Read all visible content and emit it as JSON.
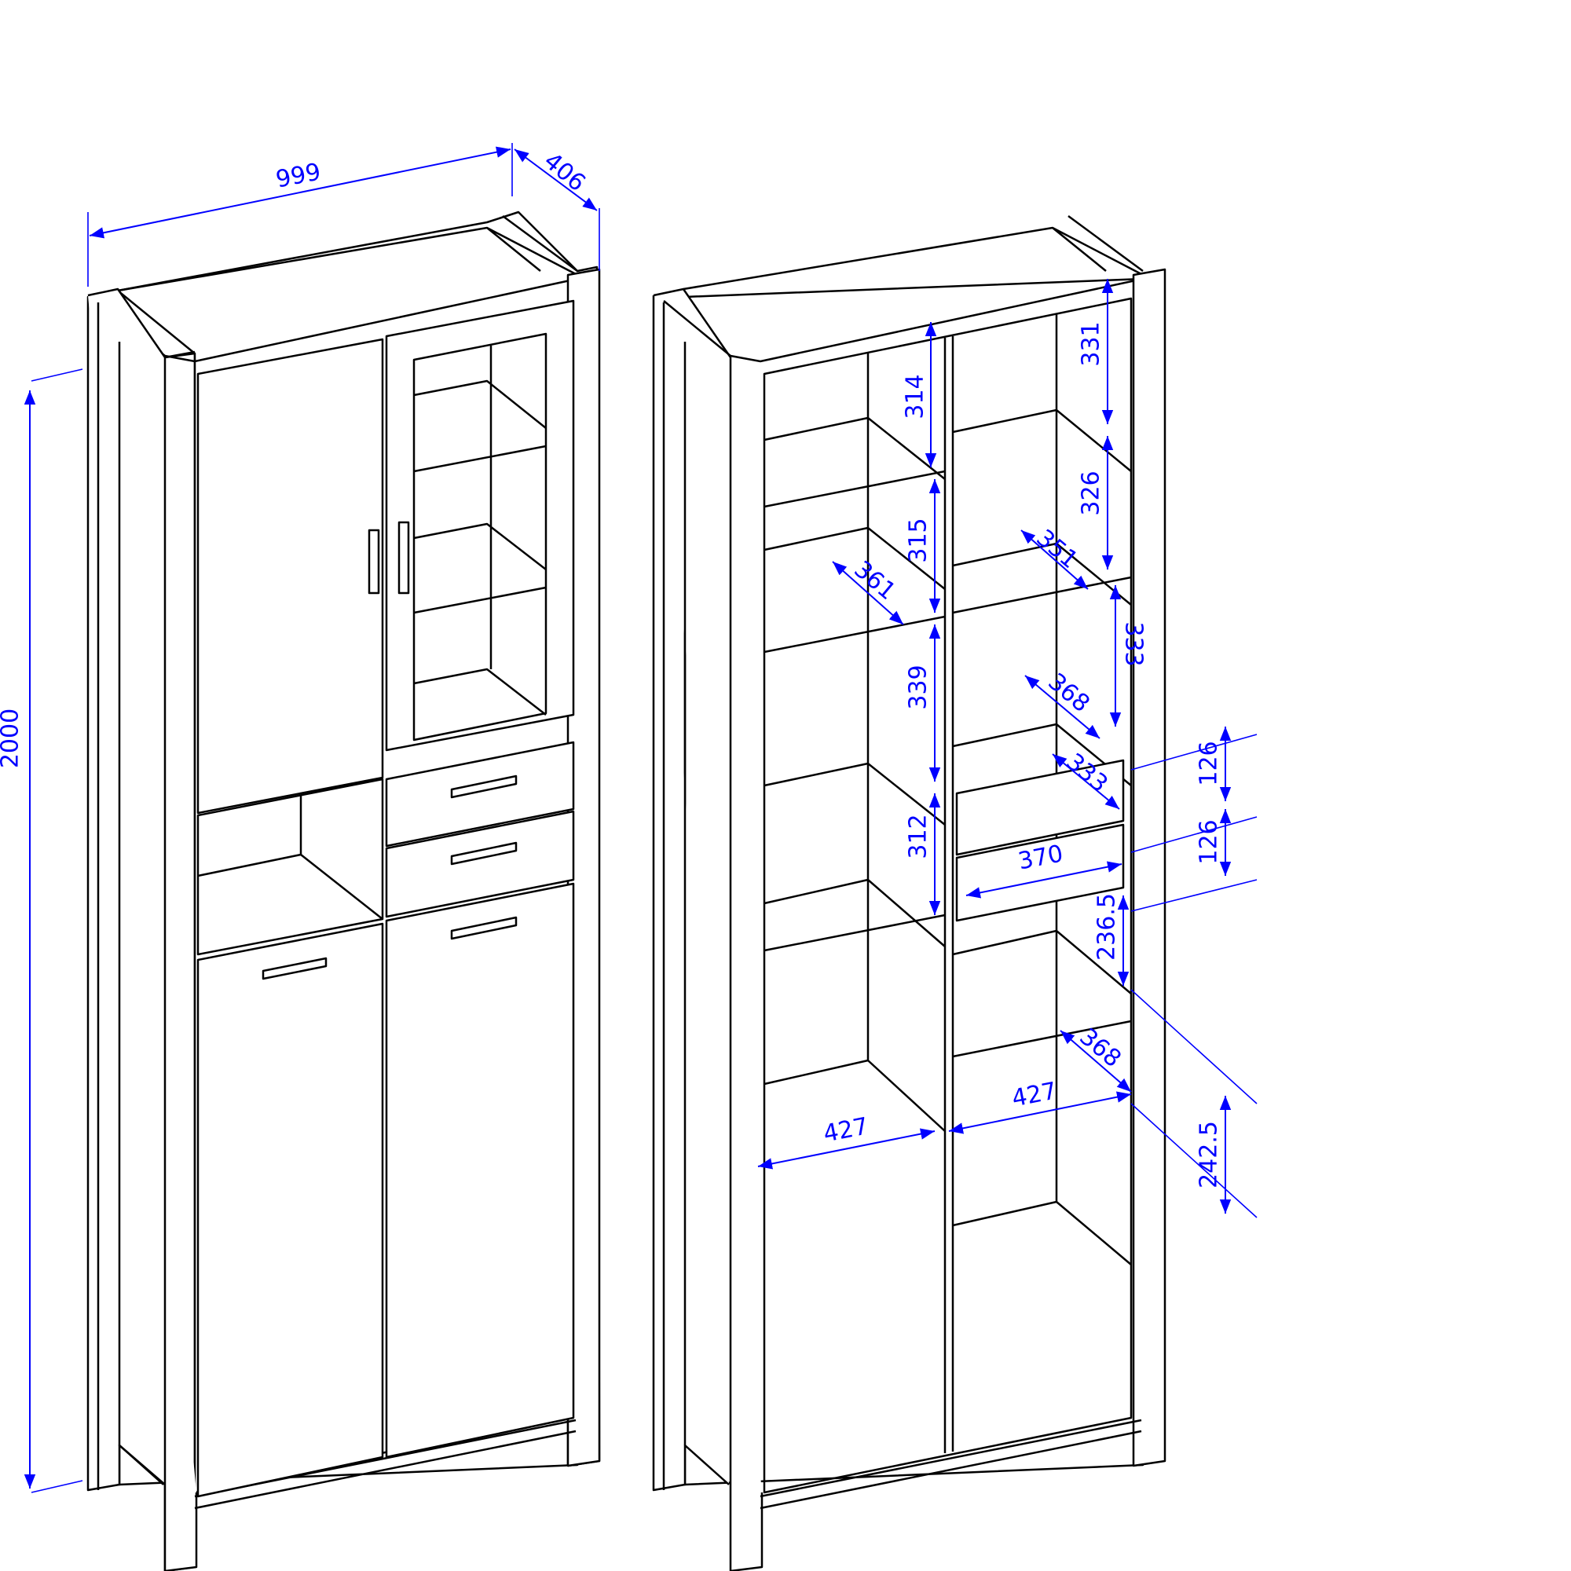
{
  "drawing": {
    "line_color": "#000000",
    "dimension_color": "#0000ff",
    "overall": {
      "width": "999",
      "depth": "406",
      "height": "2000"
    },
    "interior": {
      "left_column_heights": [
        "314",
        "315",
        "339",
        "312"
      ],
      "right_column_heights": [
        "331",
        "326",
        "333",
        "236.5"
      ],
      "shelf_depths": [
        "361",
        "351",
        "368",
        "333",
        "368"
      ],
      "drawer_heights": [
        "126",
        "126"
      ],
      "drawer_width": "370",
      "plinth_height": "242.5",
      "compartment_widths": [
        "427",
        "427"
      ]
    }
  }
}
